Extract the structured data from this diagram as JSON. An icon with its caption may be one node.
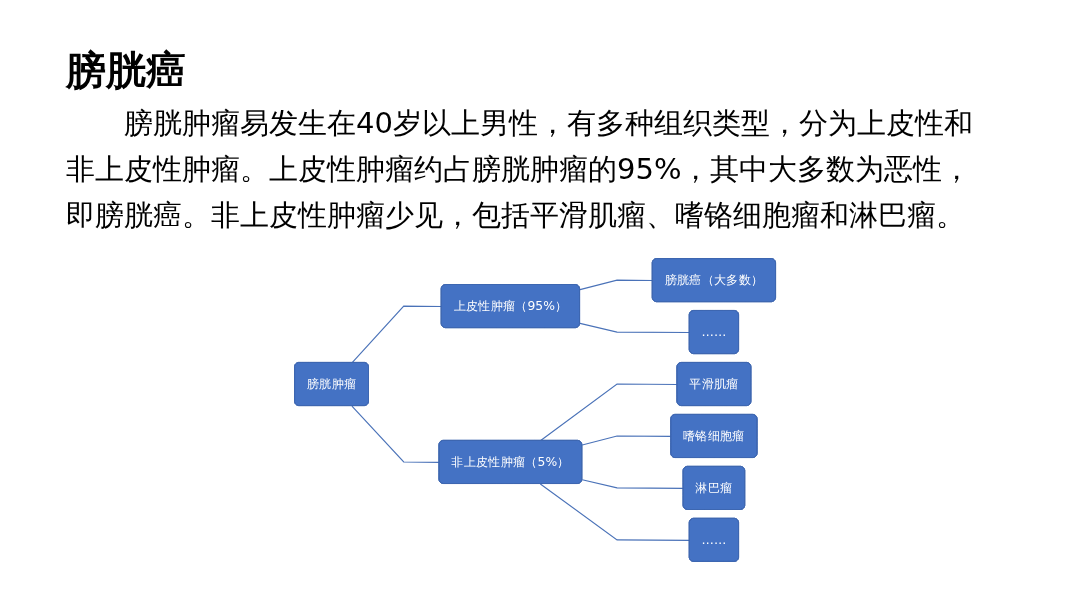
{
  "diagram": {
    "title": "膀胱癌",
    "nodes": [
      {
        "text": [
          "膀胱肿瘤"
        ]
      },
      {
        "text": [
          "上皮性肿瘤（95%）"
        ]
      },
      {
        "text": [
          "非上皮性肿瘤（5%）"
        ]
      },
      {
        "text": [
          "膀胱癌（大多数）"
        ]
      },
      {
        "text": [
          "……"
        ]
      },
      {
        "text": [
          "平滑肌瘤"
        ]
      },
      {
        "text": [
          "嗜铬细胞瘤"
        ]
      },
      {
        "text": [
          "淋巴瘤"
        ]
      },
      {
        "text": [
          "……"
        ]
      }
    ],
    "edges": [
      {
        "from": 0,
        "to": 1,
        "arrow": "none"
      },
      {
        "from": 0,
        "to": 2,
        "arrow": "none"
      },
      {
        "from": 1,
        "to": 3,
        "arrow": "none"
      },
      {
        "from": 1,
        "to": 4,
        "arrow": "none"
      },
      {
        "from": 2,
        "to": 5,
        "arrow": "none"
      },
      {
        "from": 2,
        "to": 6,
        "arrow": "none"
      },
      {
        "from": 2,
        "to": 7,
        "arrow": "none"
      },
      {
        "from": 2,
        "to": 8,
        "arrow": "none"
      }
    ],
    "labels": [
      "膀胱肿瘤易发生在40岁以上男性，有多种组织类型，分为上皮性和非上皮性肿瘤。上皮性肿瘤约占膀胱肿瘤的95%，其中大多数为恶性，即膀胱癌。非上皮性肿瘤少见，包括平滑肌瘤、嗜铬细胞瘤和淋巴瘤。"
    ]
  }
}
